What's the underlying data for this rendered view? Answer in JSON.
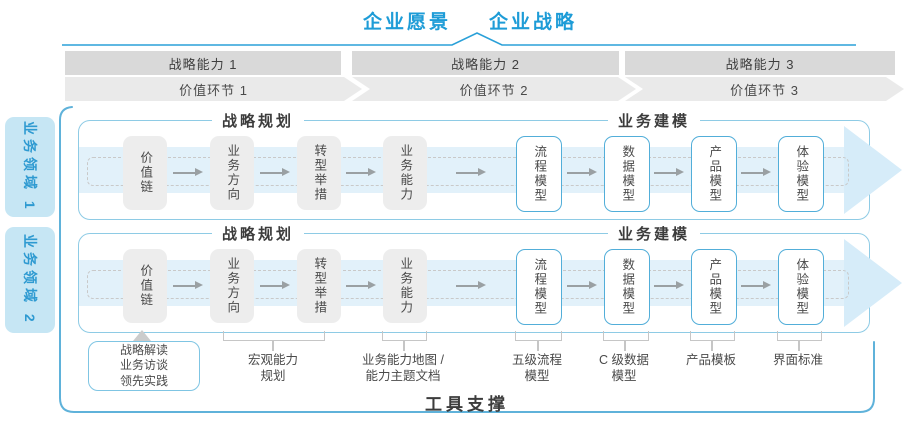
{
  "title": {
    "vision": "企业愿景",
    "strategy": "企业战略"
  },
  "capability_bar": [
    "战略能力 1",
    "战略能力 2",
    "战略能力 3"
  ],
  "value_chain_bar": [
    "价值环节 1",
    "价值环节 2",
    "价值环节 3"
  ],
  "domains": [
    "业务领域 1",
    "业务领域 2"
  ],
  "rows": {
    "planning_header": "战略规划",
    "modeling_header": "业务建模",
    "planning_boxes": [
      "价值链",
      "业务方向",
      "转型举措",
      "业务能力"
    ],
    "modeling_boxes": [
      "流程模型",
      "数据模型",
      "产品模型",
      "体验模型"
    ]
  },
  "annotations": {
    "interview_box": [
      "战略解读",
      "业务访谈",
      "领先实践"
    ],
    "labels": [
      [
        "宏观能力",
        "规划"
      ],
      [
        "业务能力地图 /",
        "能力主题文档"
      ],
      [
        "五级流程",
        "模型"
      ],
      [
        "C 级数据",
        "模型"
      ],
      [
        "产品模板",
        ""
      ],
      [
        "界面标准",
        ""
      ]
    ]
  },
  "footer": {
    "tool_support": "工具支撑"
  },
  "colors": {
    "accent_blue": "#1e9cd7",
    "lane_border": "#8ecbe5",
    "model_box_border": "#52aed9",
    "tab_fill": "#c6e6f4",
    "gray_bar": "#d9d9d9",
    "chevron_fill": "#eaeaea",
    "band_fill": "#e2f1fa"
  }
}
